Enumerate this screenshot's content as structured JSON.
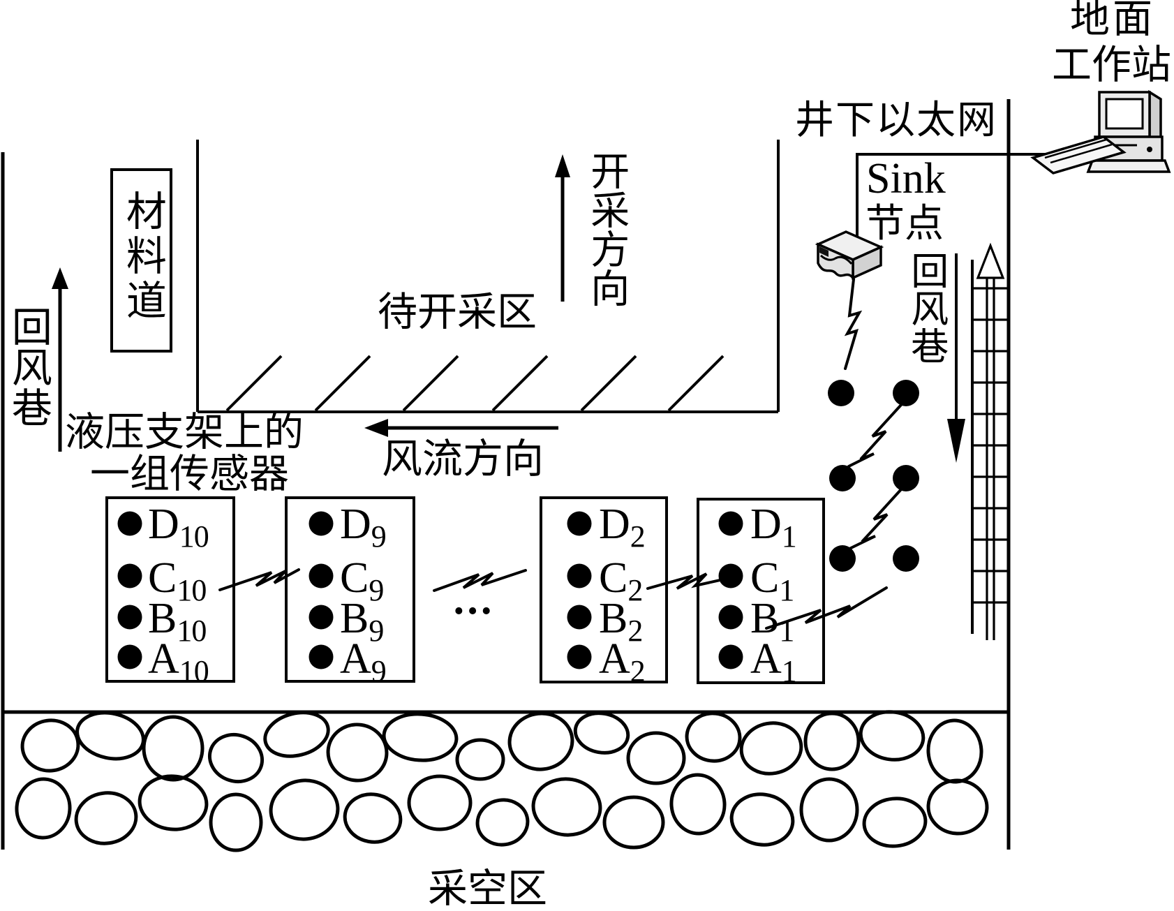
{
  "colors": {
    "ink": "#000000",
    "paper": "#ffffff",
    "device_fill": "#e2e2e2"
  },
  "labels": {
    "surface_station_line1": "地面",
    "surface_station_line2": "工作站",
    "underground_ethernet": "井下以太网",
    "sink_node_line1": "Sink",
    "sink_node_line2": "节点",
    "return_airway_right": "回风巷",
    "return_airway_left": "回风巷",
    "material_lane": "材料道",
    "area_to_be_mined": "待开采区",
    "mining_direction": "开采方向",
    "airflow_direction": "风流方向",
    "sensor_caption_line1": "液压支架上的",
    "sensor_caption_line2": "一组传感器",
    "goaf": "采空区",
    "ellipsis": "•••"
  },
  "icons": {
    "computer": "surface-workstation-computer-icon",
    "sink": "sink-node-device-icon",
    "bolt": "wireless-link-lightning-icon"
  },
  "sensor_groups": [
    {
      "name": "group-10",
      "rows": [
        {
          "letter": "D",
          "sub": "10"
        },
        {
          "letter": "C",
          "sub": "10"
        },
        {
          "letter": "B",
          "sub": "10"
        },
        {
          "letter": "A",
          "sub": "10"
        }
      ]
    },
    {
      "name": "group-9",
      "rows": [
        {
          "letter": "D",
          "sub": "9"
        },
        {
          "letter": "C",
          "sub": "9"
        },
        {
          "letter": "B",
          "sub": "9"
        },
        {
          "letter": "A",
          "sub": "9"
        }
      ]
    },
    {
      "name": "group-2",
      "rows": [
        {
          "letter": "D",
          "sub": "2"
        },
        {
          "letter": "C",
          "sub": "2"
        },
        {
          "letter": "B",
          "sub": "2"
        },
        {
          "letter": "A",
          "sub": "2"
        }
      ]
    },
    {
      "name": "group-1",
      "rows": [
        {
          "letter": "D",
          "sub": "1"
        },
        {
          "letter": "C",
          "sub": "1"
        },
        {
          "letter": "B",
          "sub": "1"
        },
        {
          "letter": "A",
          "sub": "1"
        }
      ]
    }
  ]
}
